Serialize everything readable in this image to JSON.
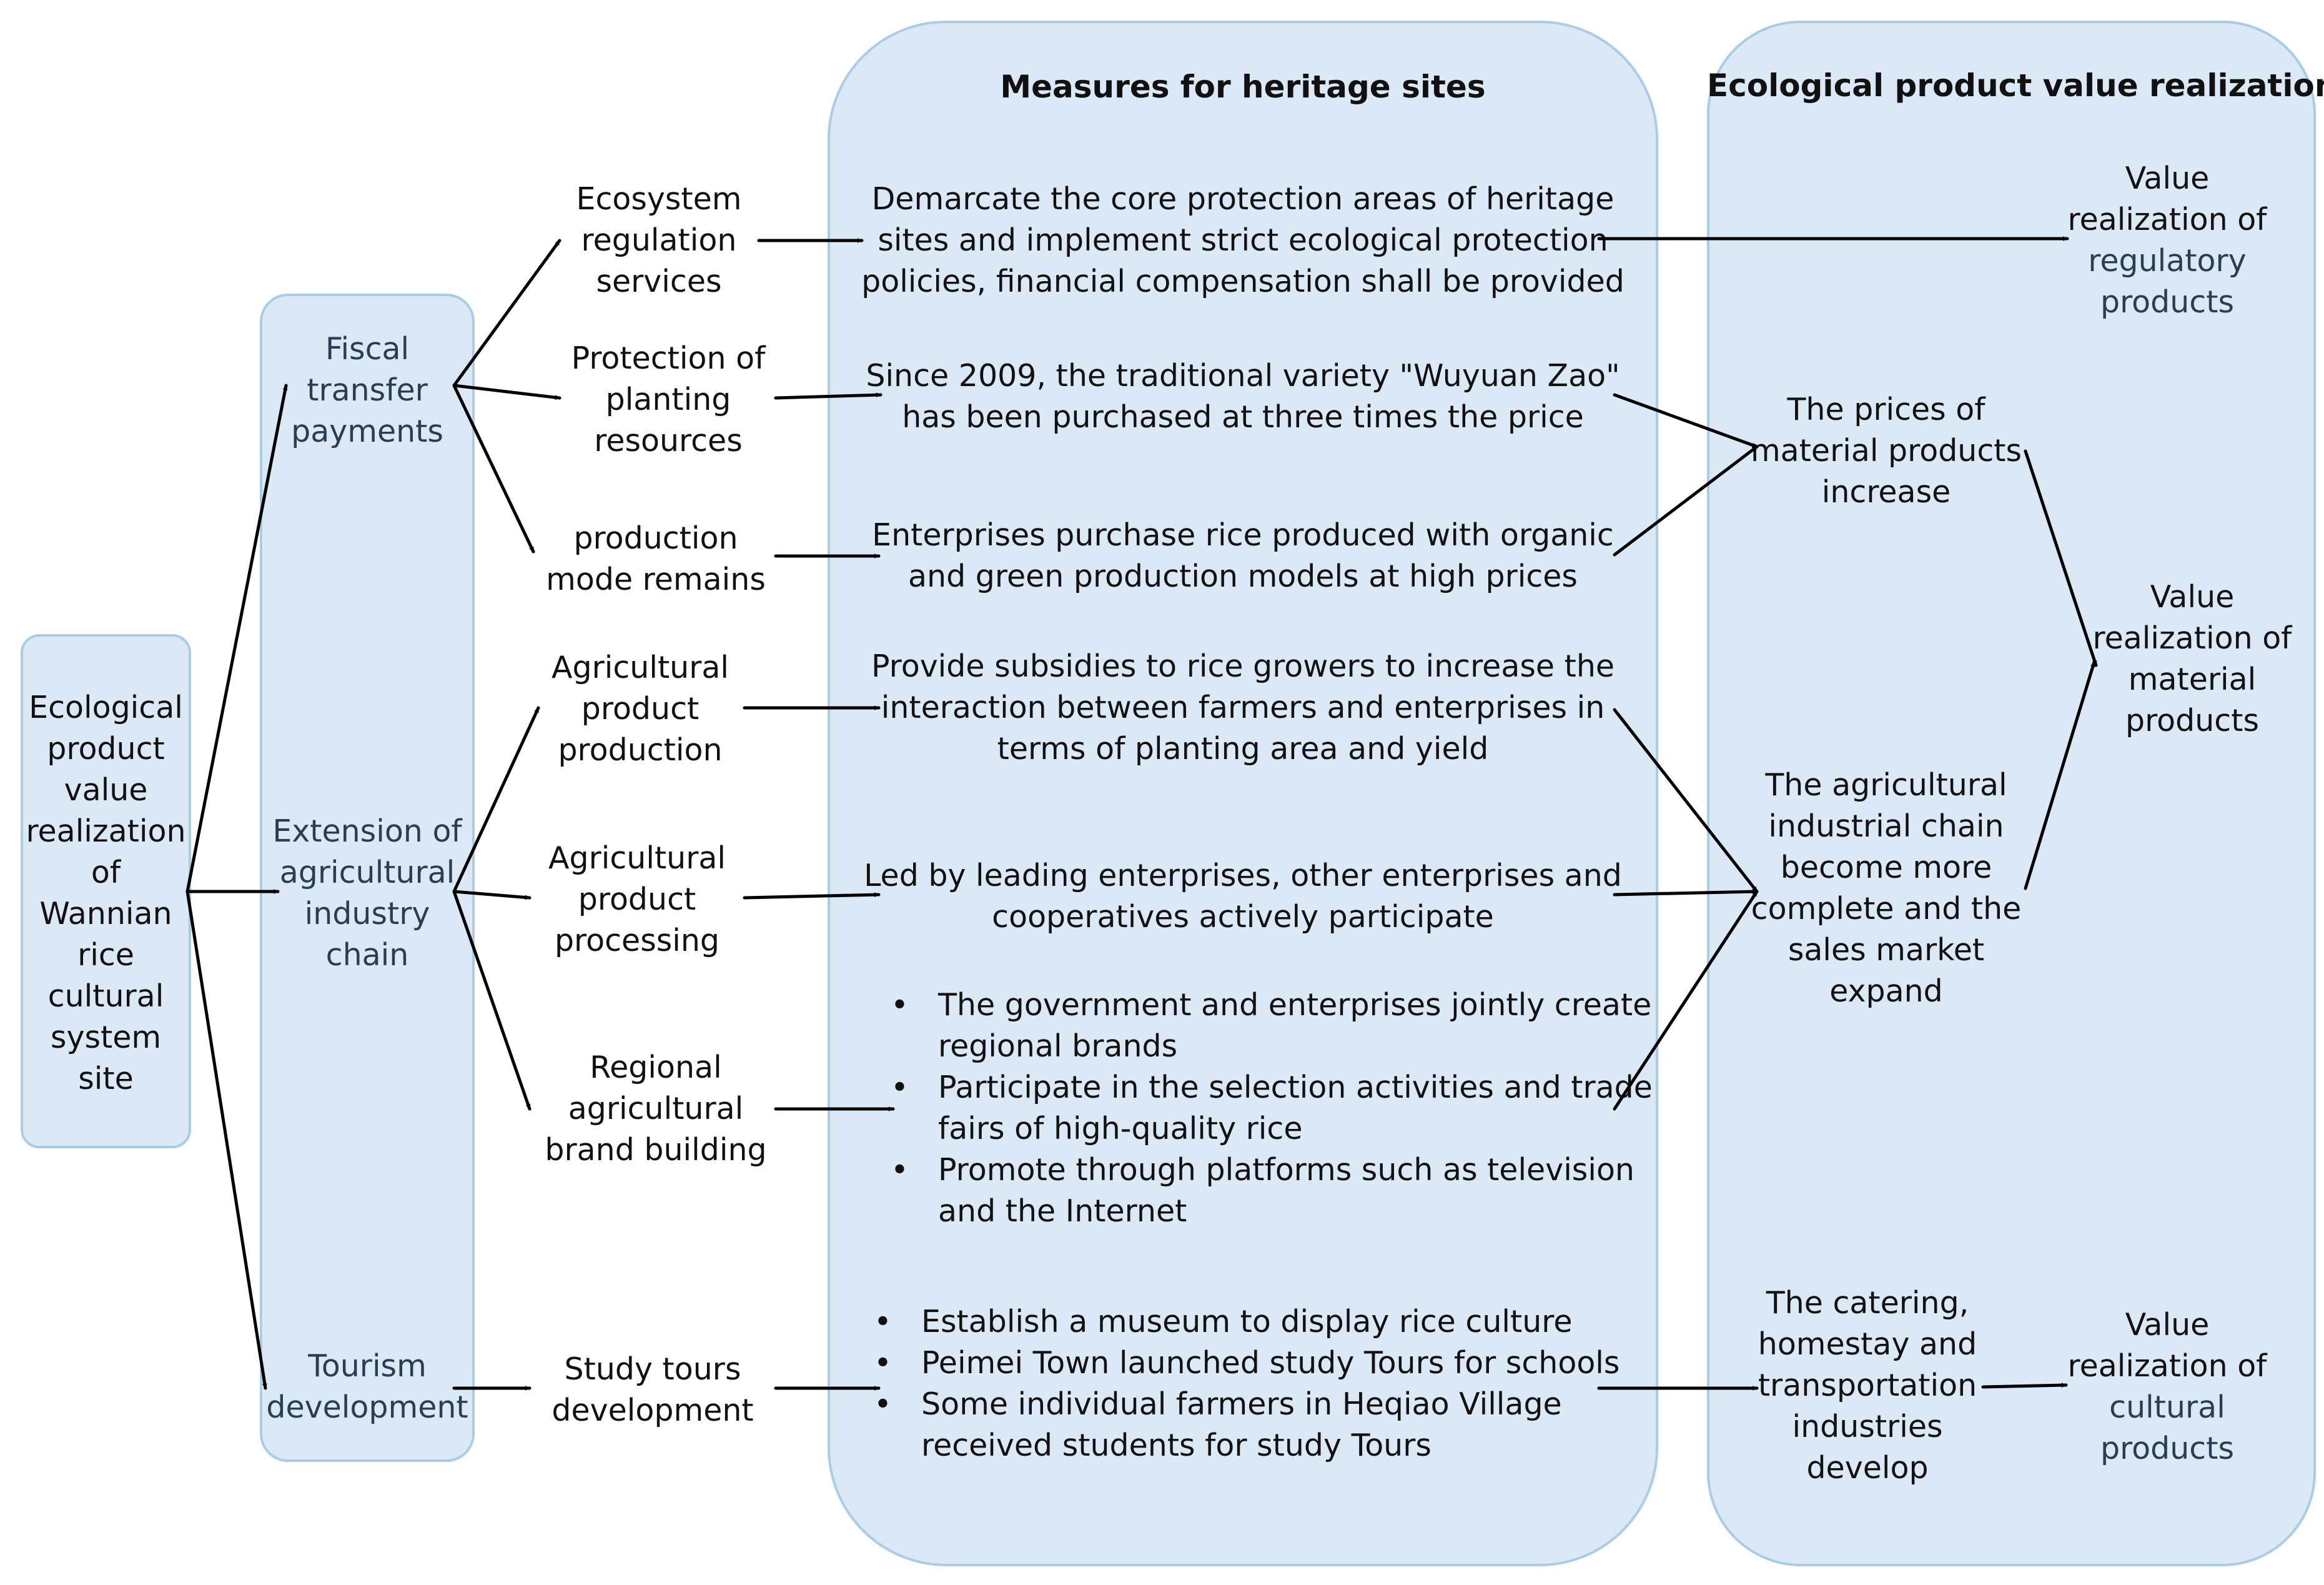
{
  "root": [
    "Ecological",
    "product",
    "value",
    "realization",
    "of",
    "Wannian",
    "rice",
    "cultural",
    "system",
    "site"
  ],
  "strategies": {
    "fiscal": [
      "Fiscal",
      "transfer",
      "payments"
    ],
    "chain": [
      "Extension of",
      "agricultural",
      "industry",
      "chain"
    ],
    "tourism": [
      "Tourism",
      "development"
    ]
  },
  "approaches": {
    "ecosystem": [
      "Ecosystem",
      "regulation",
      "services"
    ],
    "planting": [
      "Protection of",
      "planting",
      "resources"
    ],
    "mode": [
      "production",
      "mode remains"
    ],
    "production": [
      "Agricultural",
      "product",
      "production"
    ],
    "processing": [
      "Agricultural",
      "product",
      "processing"
    ],
    "brand": [
      "Regional",
      "agricultural",
      "brand building"
    ],
    "study": [
      "Study tours",
      "development"
    ]
  },
  "measures": {
    "title": "Measures for heritage sites",
    "core": [
      "Demarcate the core protection areas of heritage",
      "sites and implement strict ecological protection",
      "policies, financial compensation shall be provided"
    ],
    "wuyuan": [
      "Since 2009, the traditional variety \"Wuyuan Zao\"",
      "has been purchased at three times the price"
    ],
    "organic": [
      "Enterprises purchase rice produced with organic",
      "and green production models at high prices"
    ],
    "subsidies": [
      "Provide subsidies to rice growers to increase the",
      "interaction between farmers and enterprises in",
      "terms of planting area and yield"
    ],
    "leading": [
      "Led by leading enterprises, other enterprises and",
      "cooperatives actively participate"
    ],
    "brand_items": [
      [
        "The government and enterprises jointly create",
        "regional brands"
      ],
      [
        "Participate in the selection activities and trade",
        "fairs of high-quality rice"
      ],
      [
        "Promote through platforms such as television",
        "and the Internet"
      ]
    ],
    "tour_items": [
      [
        "Establish a museum to display rice culture"
      ],
      [
        "Peimei Town  launched study Tours for schools"
      ],
      [
        "Some individual farmers in Heqiao Village",
        "received students for study Tours"
      ]
    ]
  },
  "value": {
    "title": "Ecological product value realization",
    "regulatory_value": [
      "Value",
      "realization of",
      "regulatory",
      "products"
    ],
    "prices": [
      "The prices of",
      "material products",
      "increase"
    ],
    "material_value": [
      "Value",
      "realization of",
      "material",
      "products"
    ],
    "chain_result": [
      "The agricultural",
      "industrial chain",
      "become more",
      "complete and the",
      "sales market",
      "expand"
    ],
    "catering": [
      "The catering,",
      "homestay and",
      "transportation",
      "industries",
      "develop"
    ],
    "cultural_value": [
      "Value",
      "realization of",
      "cultural",
      "products"
    ]
  },
  "colors": {
    "panel_fill": "#dbe9f6",
    "panel_border": "#a9cde6",
    "arrow": "#000000",
    "muted_text": "#2b3d52"
  }
}
